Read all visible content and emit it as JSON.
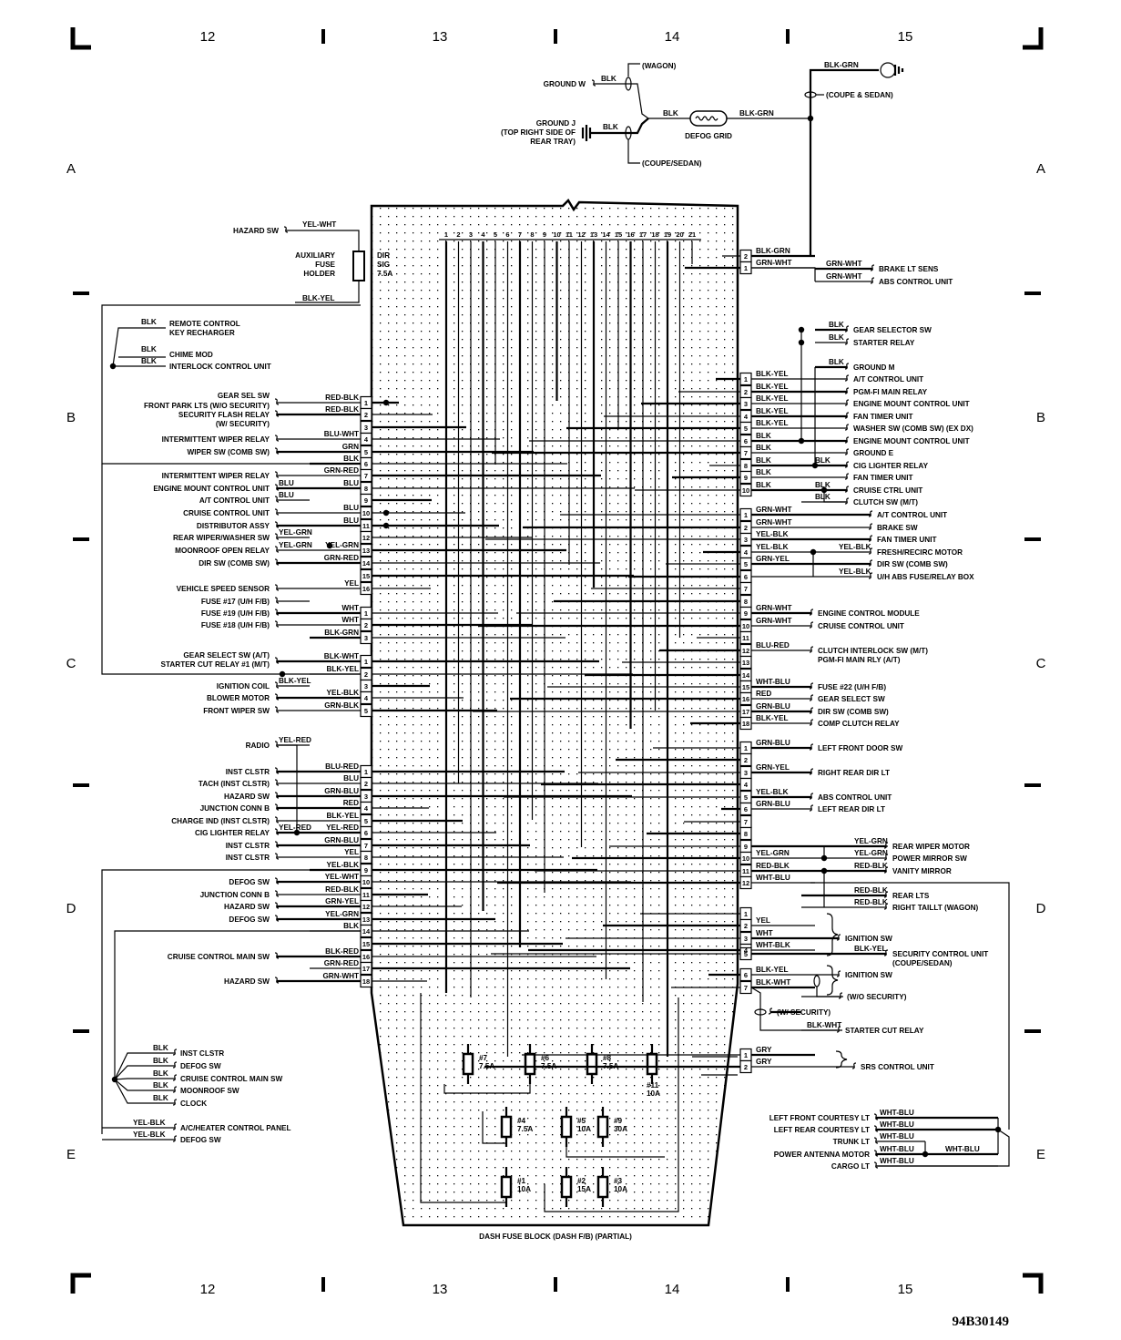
{
  "grid": {
    "columns": [
      "12",
      "13",
      "14",
      "15"
    ],
    "rows": [
      "A",
      "B",
      "C",
      "D",
      "E"
    ]
  },
  "diagram_code": "94B30149",
  "fuse_block": {
    "title": "DASH FUSE BLOCK (DASH F/B) (PARTIAL)",
    "top_pins": [
      "1",
      "2",
      "3",
      "4",
      "5",
      "6",
      "7",
      "8",
      "9",
      "10",
      "11",
      "12",
      "13",
      "14",
      "15",
      "16",
      "17",
      "18",
      "19",
      "20",
      "21"
    ],
    "fuses": [
      {
        "id": "#7",
        "rating": "7.5A"
      },
      {
        "id": "#6",
        "rating": "7.5A"
      },
      {
        "id": "#8",
        "rating": "7.5A"
      },
      {
        "id": "#11",
        "rating": "10A"
      },
      {
        "id": "#4",
        "rating": "7.5A"
      },
      {
        "id": "#5",
        "rating": "10A"
      },
      {
        "id": "#9",
        "rating": "30A"
      },
      {
        "id": "#1",
        "rating": "10A"
      },
      {
        "id": "#2",
        "rating": "15A"
      },
      {
        "id": "#3",
        "rating": "10A"
      }
    ]
  },
  "top": {
    "ground_w": "GROUND W",
    "blk1": "BLK",
    "wagon": "(WAGON)",
    "ground_j": [
      "GROUND J",
      "(TOP RIGHT SIDE OF",
      "REAR TRAY)"
    ],
    "blk2": "BLK",
    "coupe_sedan": "(COUPE/SEDAN)",
    "blk3": "BLK",
    "defog_grid": "DEFOG GRID",
    "blk_grn1": "BLK-GRN",
    "blk_grn2": "BLK-GRN",
    "coupe_and_sedan": "(COUPE & SEDAN)"
  },
  "left_misc": {
    "hazard_sw": "HAZARD SW",
    "yel_wht": "YEL-WHT",
    "aux_fuse": [
      "AUXILIARY",
      "FUSE",
      "HOLDER"
    ],
    "dir_sig": [
      "DIR",
      "SIG",
      "7.5A"
    ],
    "blk_yel": "BLK-YEL",
    "remote": [
      "REMOTE CONTROL",
      "KEY RECHARGER"
    ],
    "blk_a": "BLK",
    "chime": "CHIME MOD",
    "blk_b": "BLK",
    "interlock": "INTERLOCK CONTROL UNIT",
    "blk_c": "BLK",
    "ground_group": [
      {
        "wire": "BLK",
        "label": "INST CLSTR"
      },
      {
        "wire": "BLK",
        "label": "DEFOG SW"
      },
      {
        "wire": "BLK",
        "label": "CRUISE CONTROL MAIN SW"
      },
      {
        "wire": "BLK",
        "label": "MOONROOF SW"
      },
      {
        "wire": "BLK",
        "label": "CLOCK"
      }
    ],
    "ac_group": [
      {
        "wire": "YEL-BLK",
        "label": "A/C/HEATER CONTROL PANEL"
      },
      {
        "wire": "YEL-BLK",
        "label": "DEFOG SW"
      }
    ]
  },
  "left_rows": [
    {
      "pin": "1",
      "wire": "RED-BLK",
      "labels": [
        "GEAR SEL SW"
      ]
    },
    {
      "pin": "2",
      "wire": "RED-BLK",
      "labels": [
        "FRONT PARK LTS (W/O SECURITY)",
        "SECURITY FLASH RELAY",
        "(W/ SECURITY)"
      ]
    },
    {
      "pin": "3",
      "wire": "",
      "labels": []
    },
    {
      "pin": "4",
      "wire": "BLU-WHT",
      "labels": [
        "INTERMITTENT WIPER RELAY"
      ]
    },
    {
      "pin": "5",
      "wire": "GRN",
      "labels": [
        "WIPER SW (COMB SW)"
      ]
    },
    {
      "pin": "6",
      "wire": "BLK",
      "labels": []
    },
    {
      "pin": "7",
      "wire": "GRN-RED",
      "labels": [
        "INTERMITTENT WIPER RELAY"
      ]
    },
    {
      "pin": "8",
      "wire": "BLU",
      "labels": [
        "ENGINE MOUNT CONTROL UNIT"
      ],
      "sub": "BLU"
    },
    {
      "pin": "9",
      "wire": "",
      "labels": [
        "A/T CONTROL UNIT"
      ],
      "sub": "BLU"
    },
    {
      "pin": "10",
      "wire": "BLU",
      "labels": [
        "CRUISE CONTROL UNIT"
      ]
    },
    {
      "pin": "11",
      "wire": "BLU",
      "labels": [
        "DISTRIBUTOR ASSY"
      ]
    },
    {
      "pin": "12",
      "wire": "",
      "labels": [
        "REAR WIPER/WASHER SW"
      ],
      "sub": "YEL-GRN"
    },
    {
      "pin": "13",
      "wire": "YEL-GRN",
      "labels": [
        "MOONROOF OPEN RELAY"
      ],
      "sub": "YEL-GRN"
    },
    {
      "pin": "14",
      "wire": "GRN-RED",
      "labels": [
        "DIR SW (COMB SW)"
      ]
    },
    {
      "pin": "15",
      "wire": "",
      "labels": []
    },
    {
      "pin": "16",
      "wire": "YEL",
      "labels": [
        "VEHICLE SPEED SENSOR"
      ]
    },
    {
      "pin": "",
      "wire": "",
      "labels": [
        "FUSE #17 (U/H F/B)"
      ]
    },
    {
      "pin": "1",
      "wire": "WHT",
      "labels": [
        "FUSE #19 (U/H F/B)"
      ]
    },
    {
      "pin": "2",
      "wire": "WHT",
      "labels": [
        "FUSE #18 (U/H F/B)"
      ]
    },
    {
      "pin": "3",
      "wire": "BLK-GRN",
      "labels": []
    },
    {
      "pin": "1",
      "wire": "BLK-WHT",
      "labels": [
        "GEAR SELECT SW (A/T)",
        "STARTER CUT RELAY #1 (M/T)"
      ]
    },
    {
      "pin": "2",
      "wire": "BLK-YEL",
      "labels": []
    },
    {
      "pin": "3",
      "wire": "",
      "labels": [
        "IGNITION COIL"
      ],
      "sub": "BLK-YEL"
    },
    {
      "pin": "4",
      "wire": "YEL-BLK",
      "labels": [
        "BLOWER MOTOR"
      ]
    },
    {
      "pin": "5",
      "wire": "GRN-BLK",
      "labels": [
        "FRONT WIPER SW"
      ]
    },
    {
      "pin": "",
      "wire": "",
      "labels": [
        "RADIO"
      ],
      "sub": "YEL-RED"
    },
    {
      "pin": "1",
      "wire": "BLU-RED",
      "labels": [
        "INST CLSTR"
      ]
    },
    {
      "pin": "2",
      "wire": "BLU",
      "labels": [
        "TACH (INST CLSTR)"
      ]
    },
    {
      "pin": "3",
      "wire": "GRN-BLU",
      "labels": [
        "HAZARD SW"
      ]
    },
    {
      "pin": "4",
      "wire": "RED",
      "labels": [
        "JUNCTION CONN B"
      ]
    },
    {
      "pin": "5",
      "wire": "BLK-YEL",
      "labels": [
        "CHARGE IND (INST CLSTR)"
      ]
    },
    {
      "pin": "6",
      "wire": "YEL-RED",
      "labels": [
        "CIG LIGHTER RELAY"
      ],
      "sub": "YEL-RED"
    },
    {
      "pin": "7",
      "wire": "GRN-BLU",
      "labels": [
        "INST CLSTR"
      ]
    },
    {
      "pin": "8",
      "wire": "YEL",
      "labels": [
        "INST CLSTR"
      ]
    },
    {
      "pin": "9",
      "wire": "YEL-BLK",
      "labels": []
    },
    {
      "pin": "10",
      "wire": "YEL-WHT",
      "labels": [
        "DEFOG SW"
      ]
    },
    {
      "pin": "11",
      "wire": "RED-BLK",
      "labels": [
        "JUNCTION CONN B"
      ]
    },
    {
      "pin": "12",
      "wire": "GRN-YEL",
      "labels": [
        "HAZARD SW"
      ]
    },
    {
      "pin": "13",
      "wire": "YEL-GRN",
      "labels": [
        "DEFOG SW"
      ]
    },
    {
      "pin": "14",
      "wire": "BLK",
      "labels": []
    },
    {
      "pin": "15",
      "wire": "",
      "labels": []
    },
    {
      "pin": "16",
      "wire": "BLK-RED",
      "labels": [
        "CRUISE CONTROL MAIN SW"
      ]
    },
    {
      "pin": "17",
      "wire": "GRN-RED",
      "labels": []
    },
    {
      "pin": "18",
      "wire": "GRN-WHT",
      "labels": [
        "HAZARD SW"
      ]
    }
  ],
  "right_rows": [
    {
      "pin": "2",
      "wire": "BLK-GRN",
      "labels": []
    },
    {
      "pin": "1",
      "wire": "GRN-WHT",
      "labels": []
    },
    {
      "pin": "",
      "wire": "GRN-WHT",
      "labels": [
        "BRAKE LT SENS"
      ]
    },
    {
      "pin": "",
      "wire": "GRN-WHT",
      "labels": [
        "ABS CONTROL UNIT"
      ]
    },
    {
      "pin": "",
      "wire": "BLK",
      "labels": [
        "GEAR SELECTOR SW"
      ]
    },
    {
      "pin": "",
      "wire": "BLK",
      "labels": [
        "STARTER RELAY"
      ]
    },
    {
      "pin": "",
      "wire": "BLK",
      "labels": [
        "GROUND M"
      ]
    },
    {
      "pin": "1",
      "wire": "BLK-YEL",
      "labels": [
        "A/T CONTROL UNIT"
      ]
    },
    {
      "pin": "2",
      "wire": "BLK-YEL",
      "labels": [
        "PGM-FI MAIN RELAY"
      ]
    },
    {
      "pin": "3",
      "wire": "BLK-YEL",
      "labels": [
        "ENGINE MOUNT CONTROL UNIT"
      ]
    },
    {
      "pin": "4",
      "wire": "BLK-YEL",
      "labels": [
        "FAN TIMER UNIT"
      ]
    },
    {
      "pin": "5",
      "wire": "BLK-YEL",
      "labels": [
        "WASHER SW (COMB SW) (EX DX)"
      ]
    },
    {
      "pin": "6",
      "wire": "BLK",
      "labels": [
        "ENGINE MOUNT CONTROL UNIT"
      ]
    },
    {
      "pin": "7",
      "wire": "BLK",
      "labels": [
        "GROUND E"
      ]
    },
    {
      "pin": "8",
      "wire": "BLK",
      "labels": [
        "CIG LIGHTER RELAY"
      ],
      "sub": "BLK"
    },
    {
      "pin": "9",
      "wire": "BLK",
      "labels": [
        "FAN TIMER UNIT"
      ]
    },
    {
      "pin": "10",
      "wire": "BLK",
      "labels": [
        "CRUISE CTRL UNIT"
      ],
      "sub": "BLK"
    },
    {
      "pin": "",
      "wire": "",
      "labels": [
        "CLUTCH SW (M/T)"
      ],
      "sub": "BLK"
    },
    {
      "pin": "1",
      "wire": "GRN-WHT",
      "labels": [
        "A/T CONTROL UNIT"
      ]
    },
    {
      "pin": "2",
      "wire": "GRN-WHT",
      "labels": [
        "BRAKE SW"
      ]
    },
    {
      "pin": "3",
      "wire": "YEL-BLK",
      "labels": [
        "FAN TIMER UNIT"
      ]
    },
    {
      "pin": "4",
      "wire": "YEL-BLK",
      "labels": [
        "FRESH/RECIRC MOTOR"
      ],
      "sub": "YEL-BLK"
    },
    {
      "pin": "5",
      "wire": "GRN-YEL",
      "labels": [
        "DIR SW (COMB SW)"
      ]
    },
    {
      "pin": "6",
      "wire": "",
      "labels": [
        "U/H ABS FUSE/RELAY BOX"
      ],
      "sub": "YEL-BLK"
    },
    {
      "pin": "7",
      "wire": "",
      "labels": []
    },
    {
      "pin": "8",
      "wire": "",
      "labels": []
    },
    {
      "pin": "9",
      "wire": "GRN-WHT",
      "labels": [
        "ENGINE CONTROL MODULE"
      ]
    },
    {
      "pin": "10",
      "wire": "GRN-WHT",
      "labels": [
        "CRUISE CONTROL UNIT"
      ]
    },
    {
      "pin": "11",
      "wire": "",
      "labels": []
    },
    {
      "pin": "12",
      "wire": "BLU-RED",
      "labels": [
        "CLUTCH INTERLOCK SW (M/T)",
        "PGM-FI MAIN RLY (A/T)"
      ]
    },
    {
      "pin": "13",
      "wire": "",
      "labels": []
    },
    {
      "pin": "14",
      "wire": "",
      "labels": []
    },
    {
      "pin": "15",
      "wire": "WHT-BLU",
      "labels": [
        "FUSE #22 (U/H F/B)"
      ]
    },
    {
      "pin": "16",
      "wire": "RED",
      "labels": [
        "GEAR SELECT SW"
      ]
    },
    {
      "pin": "17",
      "wire": "GRN-BLU",
      "labels": [
        "DIR SW (COMB SW)"
      ]
    },
    {
      "pin": "18",
      "wire": "BLK-YEL",
      "labels": [
        "COMP CLUTCH RELAY"
      ]
    },
    {
      "pin": "1",
      "wire": "GRN-BLU",
      "labels": [
        "LEFT FRONT DOOR SW"
      ]
    },
    {
      "pin": "2",
      "wire": "",
      "labels": []
    },
    {
      "pin": "3",
      "wire": "GRN-YEL",
      "labels": [
        "RIGHT REAR DIR LT"
      ]
    },
    {
      "pin": "4",
      "wire": "",
      "labels": []
    },
    {
      "pin": "5",
      "wire": "YEL-BLK",
      "labels": [
        "ABS CONTROL UNIT"
      ]
    },
    {
      "pin": "6",
      "wire": "GRN-BLU",
      "labels": [
        "LEFT REAR DIR LT"
      ]
    },
    {
      "pin": "7",
      "wire": "",
      "labels": []
    },
    {
      "pin": "8",
      "wire": "",
      "labels": []
    },
    {
      "pin": "9",
      "wire": "",
      "labels": [
        "REAR WIPER MOTOR"
      ],
      "sub": "YEL-GRN"
    },
    {
      "pin": "10",
      "wire": "YEL-GRN",
      "labels": [
        "POWER MIRROR SW"
      ],
      "sub": "YEL-GRN"
    },
    {
      "pin": "11",
      "wire": "RED-BLK",
      "labels": [
        "VANITY MIRROR"
      ],
      "sub": "RED-BLK"
    },
    {
      "pin": "12",
      "wire": "WHT-BLU",
      "labels": []
    },
    {
      "pin": "",
      "wire": "",
      "labels": [
        "REAR LTS"
      ],
      "sub": "RED-BLK"
    },
    {
      "pin": "",
      "wire": "",
      "labels": [
        "RIGHT TAILLT (WAGON)"
      ],
      "sub": "RED-BLK"
    },
    {
      "pin": "1",
      "wire": "",
      "labels": []
    },
    {
      "pin": "2",
      "wire": "YEL",
      "labels": []
    },
    {
      "pin": "3",
      "wire": "WHT",
      "labels": [
        "IGNITION SW"
      ]
    },
    {
      "pin": "4",
      "wire": "WHT-BLK",
      "labels": []
    },
    {
      "pin": "5",
      "wire": "",
      "labels": [
        "SECURITY CONTROL UNIT",
        "(COUPE/SEDAN)"
      ],
      "sub": "BLK-YEL"
    },
    {
      "pin": "6",
      "wire": "BLK-YEL",
      "labels": [
        "IGNITION SW"
      ]
    },
    {
      "pin": "7",
      "wire": "BLK-WHT",
      "labels": []
    },
    {
      "pin": "",
      "wire": "",
      "labels": [
        "(W/O SECURITY)"
      ]
    },
    {
      "pin": "",
      "wire": "",
      "labels": [
        "(W/ SECURITY)"
      ]
    },
    {
      "pin": "",
      "wire": "",
      "labels": [
        "STARTER CUT RELAY"
      ],
      "sub": "BLK-WHT"
    },
    {
      "pin": "1",
      "wire": "GRY",
      "labels": []
    },
    {
      "pin": "2",
      "wire": "GRY",
      "labels": [
        "SRS CONTROL UNIT"
      ]
    }
  ],
  "courtesy": {
    "items": [
      {
        "wire": "WHT-BLU",
        "label": "LEFT FRONT COURTESY LT"
      },
      {
        "wire": "WHT-BLU",
        "label": "LEFT REAR COURTESY LT"
      },
      {
        "wire": "WHT-BLU",
        "label": "TRUNK LT"
      },
      {
        "wire": "WHT-BLU",
        "label": "POWER ANTENNA MOTOR"
      },
      {
        "wire": "WHT-BLU",
        "label": "CARGO LT"
      }
    ],
    "joined_wire": "WHT-BLU"
  }
}
